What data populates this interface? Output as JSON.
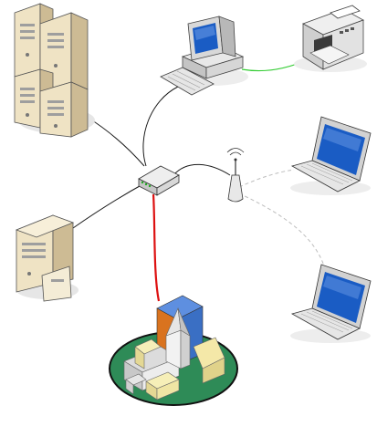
{
  "colors": {
    "background": "#ffffff",
    "cable": "#1a1a1a",
    "printer_link": "#33cc33",
    "wan_link": "#dd1111",
    "wireless_link": "#bdbdbd",
    "server_body": "#efe3c4",
    "server_side": "#cdbb94",
    "device_gray": "#d4d4d4",
    "screen": "#1a5cc4",
    "campus_ground": "#2e8b57",
    "tower_blue": "#3a6fc4",
    "tower_orange": "#d9731f"
  },
  "nodes": [
    {
      "id": "server-cluster",
      "icon": "server-rack-icon"
    },
    {
      "id": "file-server",
      "icon": "server-icon"
    },
    {
      "id": "desktop-pc",
      "icon": "desktop-computer-icon"
    },
    {
      "id": "printer",
      "icon": "printer-icon"
    },
    {
      "id": "router",
      "icon": "router-icon"
    },
    {
      "id": "wireless-ap",
      "icon": "wireless-access-point-icon"
    },
    {
      "id": "laptop-upper",
      "icon": "laptop-icon"
    },
    {
      "id": "laptop-lower",
      "icon": "laptop-icon"
    },
    {
      "id": "campus",
      "icon": "campus-buildings-icon"
    }
  ],
  "links": [
    {
      "from": "server-cluster",
      "to": "router",
      "style": "cable"
    },
    {
      "from": "file-server",
      "to": "router",
      "style": "cable"
    },
    {
      "from": "desktop-pc",
      "to": "router",
      "style": "cable"
    },
    {
      "from": "desktop-pc",
      "to": "printer",
      "style": "printer_link"
    },
    {
      "from": "router",
      "to": "wireless-ap",
      "style": "cable"
    },
    {
      "from": "router",
      "to": "campus",
      "style": "wan_link"
    },
    {
      "from": "wireless-ap",
      "to": "laptop-upper",
      "style": "wireless_link"
    },
    {
      "from": "wireless-ap",
      "to": "laptop-lower",
      "style": "wireless_link"
    }
  ]
}
